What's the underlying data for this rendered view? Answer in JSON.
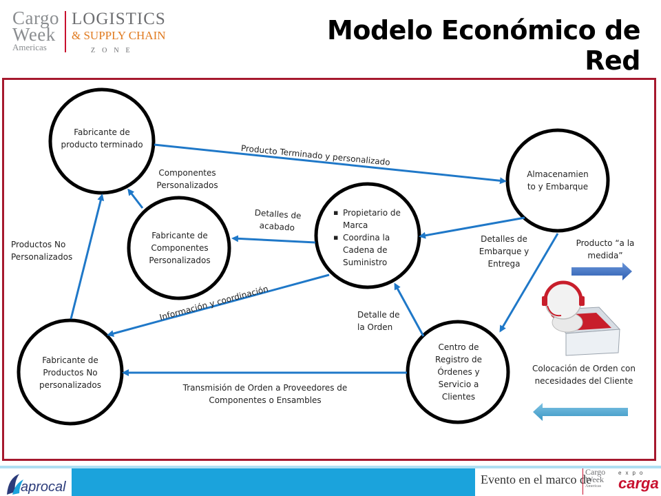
{
  "header": {
    "logo_cargo_1": "Cargo",
    "logo_cargo_2": "Week",
    "logo_cargo_3": "Americas",
    "logo_logistics_1": "LOGISTICS",
    "logo_logistics_2": "& SUPPLY CHAIN",
    "logo_logistics_3": "ZONE",
    "title": "Modelo Económico de Red"
  },
  "nodes": {
    "fabricante_terminado": "Fabricante de producto terminado",
    "fabricante_componentes": "Fabricante de Componentes Personalizados",
    "fabricante_no_personalizados": "Fabricante de Productos No personalizados",
    "almacenamiento": "Almacenamien to y Embarque",
    "centro_registro": "Centro de Registro de Órdenes y Servicio a Clientes",
    "propietario_items": [
      "Propietario de Marca",
      "Coordina la Cadena de Suministro"
    ]
  },
  "labels": {
    "producto_terminado": "Producto Terminado y personalizado",
    "componentes_personalizados": "Componentes Personalizados",
    "detalles_acabado": "Detalles de acabado",
    "productos_no_personalizados": "Productos No Personalizados",
    "detalles_embarque": "Detalles de Embarque y Entrega",
    "producto_medida": "Producto “a la medida”",
    "informacion": "Información y coordinación",
    "detalle_orden": "Detalle de la Orden",
    "transmision": "Transmisión de Orden a Proveedores de Componentes o Ensambles",
    "colocacion": "Colocación de Orden con necesidades del Cliente"
  },
  "footer": {
    "aprocal": "aprocal",
    "evento": "Evento en el marco de",
    "expo_cargo_1": "Cargo",
    "expo_cargo_2": "Week",
    "expo_cargo_3": "Americas",
    "expo_word": "expo",
    "expo_carga": "carga"
  },
  "colors": {
    "frame": "#a6192e",
    "arrow": "#1f78c8",
    "footer_bar": "#1ba3dc",
    "right_arrow": "#3b6fc2",
    "left_arrow": "#4fa6cf"
  }
}
